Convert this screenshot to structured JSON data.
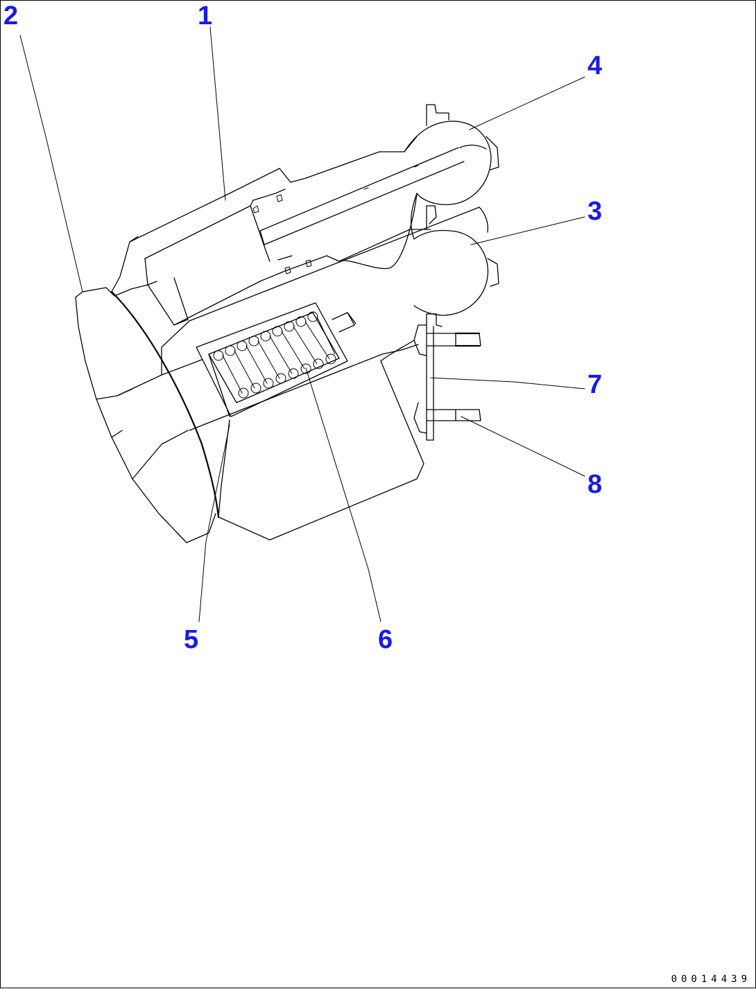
{
  "diagram": {
    "callouts": [
      {
        "id": "1",
        "label": "1"
      },
      {
        "id": "2",
        "label": "2"
      },
      {
        "id": "3",
        "label": "3"
      },
      {
        "id": "4",
        "label": "4"
      },
      {
        "id": "5",
        "label": "5"
      },
      {
        "id": "6",
        "label": "6"
      },
      {
        "id": "7",
        "label": "7"
      },
      {
        "id": "8",
        "label": "8"
      }
    ],
    "document_number": "00014439",
    "colors": {
      "callout": "#1a1ae6",
      "line": "#000000",
      "background": "#ffffff"
    }
  }
}
